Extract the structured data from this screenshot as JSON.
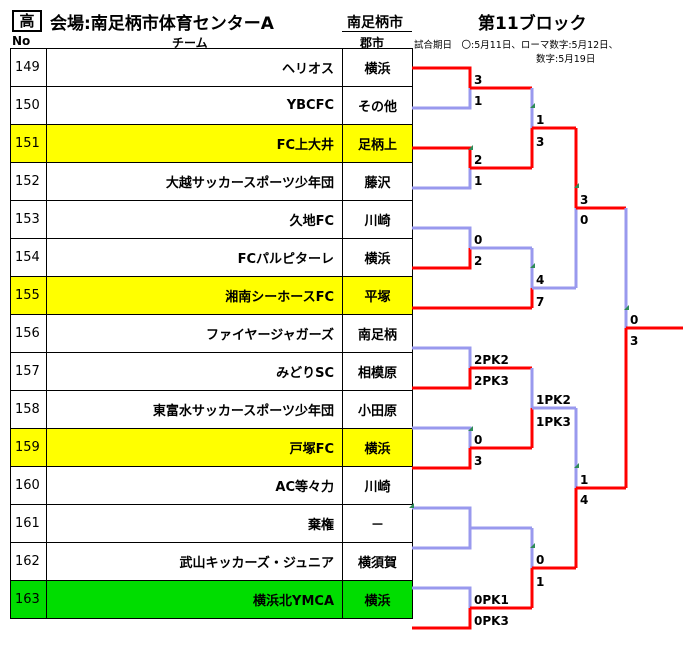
{
  "header": {
    "tag": "高",
    "venue": "会場:南足柄市体育センターA",
    "city": "南足柄市",
    "block": "第11ブロック",
    "col_no": "No",
    "col_team": "チーム",
    "col_city": "郡市",
    "note_line1": "試合期日　〇:5月11日、ローマ数字:5月12日、",
    "note_line2": "数字:5月19日"
  },
  "teams": [
    {
      "no": "149",
      "name": "ヘリオス",
      "city": "横浜",
      "hl": ""
    },
    {
      "no": "150",
      "name": "YBCFC",
      "city": "その他",
      "hl": ""
    },
    {
      "no": "151",
      "name": "FC上大井",
      "city": "足柄上",
      "hl": "yel"
    },
    {
      "no": "152",
      "name": "大越サッカースポーツ少年団",
      "city": "藤沢",
      "hl": ""
    },
    {
      "no": "153",
      "name": "久地FC",
      "city": "川崎",
      "hl": ""
    },
    {
      "no": "154",
      "name": "FCパルピターレ",
      "city": "横浜",
      "hl": ""
    },
    {
      "no": "155",
      "name": "湘南シーホースFC",
      "city": "平塚",
      "hl": "yel"
    },
    {
      "no": "156",
      "name": "ファイヤージャガーズ",
      "city": "南足柄",
      "hl": ""
    },
    {
      "no": "157",
      "name": "みどりSC",
      "city": "相模原",
      "hl": ""
    },
    {
      "no": "158",
      "name": "東富水サッカースポーツ少年団",
      "city": "小田原",
      "hl": ""
    },
    {
      "no": "159",
      "name": "戸塚FC",
      "city": "横浜",
      "hl": "yel"
    },
    {
      "no": "160",
      "name": "AC等々力",
      "city": "川崎",
      "hl": ""
    },
    {
      "no": "161",
      "name": "棄権",
      "city": "－",
      "hl": ""
    },
    {
      "no": "162",
      "name": "武山キッカーズ・ジュニア",
      "city": "横須賀",
      "hl": ""
    },
    {
      "no": "163",
      "name": "横浜北YMCA",
      "city": "横浜",
      "hl": "grn"
    }
  ],
  "scores": {
    "r1_149": "3",
    "r1_150": "1",
    "r1_151": "2",
    "r1_152": "1",
    "r1_153": "0",
    "r1_154": "2",
    "r1_156": "2PK2",
    "r1_157": "2PK3",
    "r1_158": "0",
    "r1_159": "3",
    "r1_162": "0PK1",
    "r1_163": "0PK3",
    "r2_a_top": "1",
    "r2_a_bot": "3",
    "r2_b_top": "4",
    "r2_b_bot": "7",
    "r2_c_top": "1PK2",
    "r2_c_bot": "1PK3",
    "r2_d_top": "0",
    "r2_d_bot": "1",
    "r3_a_top": "3",
    "r3_a_bot": "0",
    "r3_b_top": "1",
    "r3_b_bot": "4",
    "final_top": "0",
    "final_bot": "3"
  },
  "colors": {
    "win": "#ff0000",
    "lose": "#9999ee",
    "yellow": "#ffff00",
    "green": "#00dd00"
  }
}
